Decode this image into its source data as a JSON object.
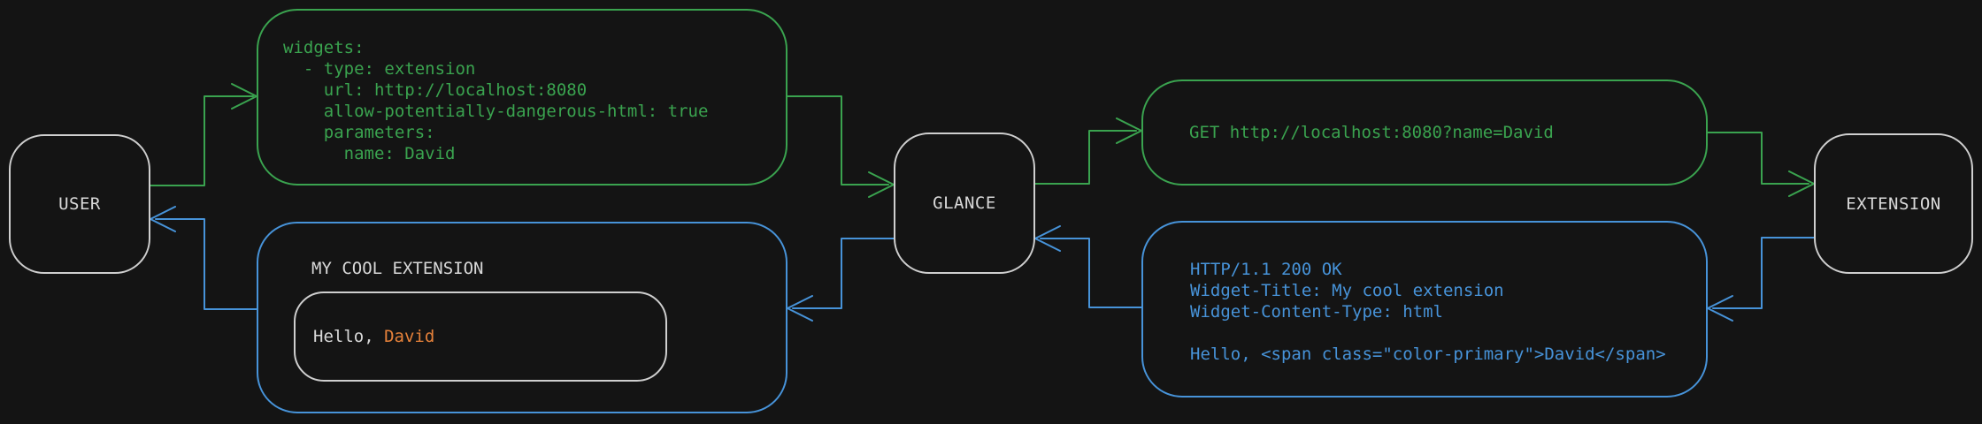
{
  "colors": {
    "background": "#141414",
    "request_green": "#3aa34f",
    "response_blue": "#4793d9",
    "neutral_gray": "#cfcfcf",
    "text_light": "#d9d9d9",
    "accent_orange": "#e5813a"
  },
  "nodes": {
    "user": {
      "label": "USER"
    },
    "glance": {
      "label": "GLANCE"
    },
    "extension": {
      "label": "EXTENSION"
    }
  },
  "config_box": {
    "lines": [
      "widgets:",
      "  - type: extension",
      "    url: http://localhost:8080",
      "    allow-potentially-dangerous-html: true",
      "    parameters:",
      "      name: David"
    ]
  },
  "request_box": {
    "text": "GET http://localhost:8080?name=David"
  },
  "response_box": {
    "lines": [
      "HTTP/1.1 200 OK",
      "Widget-Title: My cool extension",
      "Widget-Content-Type: html",
      "",
      "Hello, <span class=\"color-primary\">David</span>"
    ]
  },
  "widget_box": {
    "title": "MY COOL EXTENSION",
    "greeting_prefix": "Hello, ",
    "greeting_name": "David"
  }
}
